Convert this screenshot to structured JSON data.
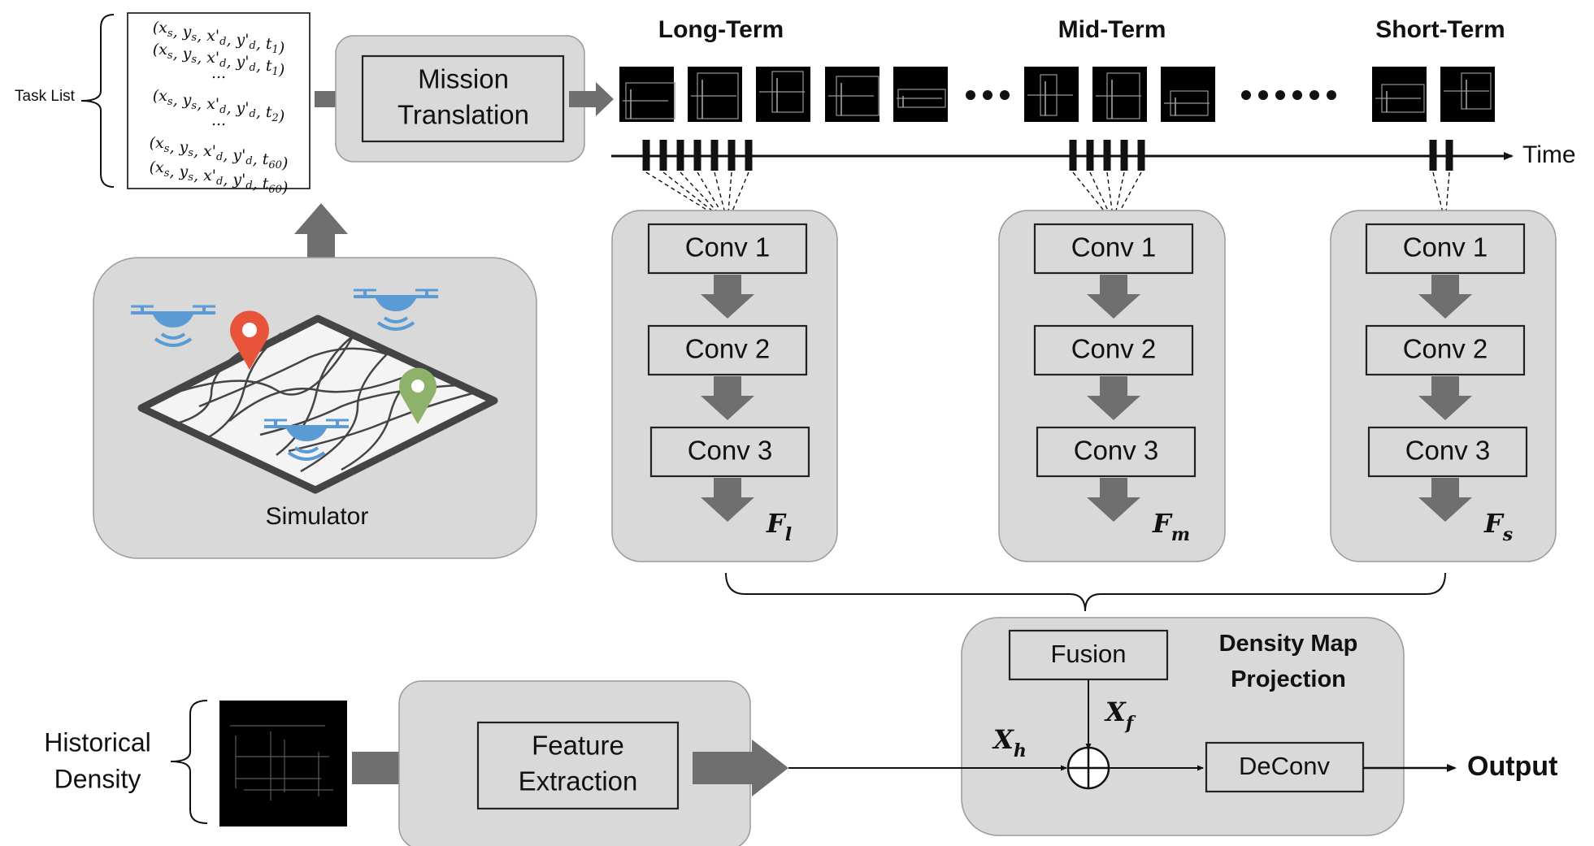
{
  "task_list": {
    "label": "Task List",
    "entries": [
      "(x_s, y_s, x'_d, y'_d, t_1)",
      "(x_s, y_s, x'_d, y'_d, t_1)",
      "...",
      "(x_s, y_s, x'_d, y'_d, t_2)",
      "...",
      "(x_s, y_s, x'_d, y'_d, t_60)",
      "(x_s, y_s, x'_d, y'_d, t_60)"
    ]
  },
  "mission_translation": {
    "line1": "Mission",
    "line2": "Translation"
  },
  "simulator": {
    "label": "Simulator"
  },
  "timeline": {
    "label": "Time"
  },
  "branches": [
    {
      "title": "Long-Term",
      "convs": [
        "Conv 1",
        "Conv 2",
        "Conv 3"
      ],
      "feature": "F",
      "feature_sub": "l"
    },
    {
      "title": "Mid-Term",
      "convs": [
        "Conv 1",
        "Conv 2",
        "Conv 3"
      ],
      "feature": "F",
      "feature_sub": "m"
    },
    {
      "title": "Short-Term",
      "convs": [
        "Conv 1",
        "Conv 2",
        "Conv 3"
      ],
      "feature": "F",
      "feature_sub": "s"
    }
  ],
  "historical": {
    "line1": "Historical",
    "line2": "Density"
  },
  "feature_extraction": {
    "line1": "Feature",
    "line2": "Extraction"
  },
  "projection": {
    "title1": "Density Map",
    "title2": "Projection",
    "fusion": "Fusion",
    "deconv": "DeConv",
    "xf": "X",
    "xf_sub": "f",
    "xh": "X",
    "xh_sub": "h"
  },
  "output": {
    "label": "Output"
  },
  "colors": {
    "panel": "#d9d9d9",
    "arrow": "#6f6f6f",
    "drone": "#5b9bd5",
    "pin_red": "#e8543a",
    "pin_green": "#8fb26b"
  }
}
